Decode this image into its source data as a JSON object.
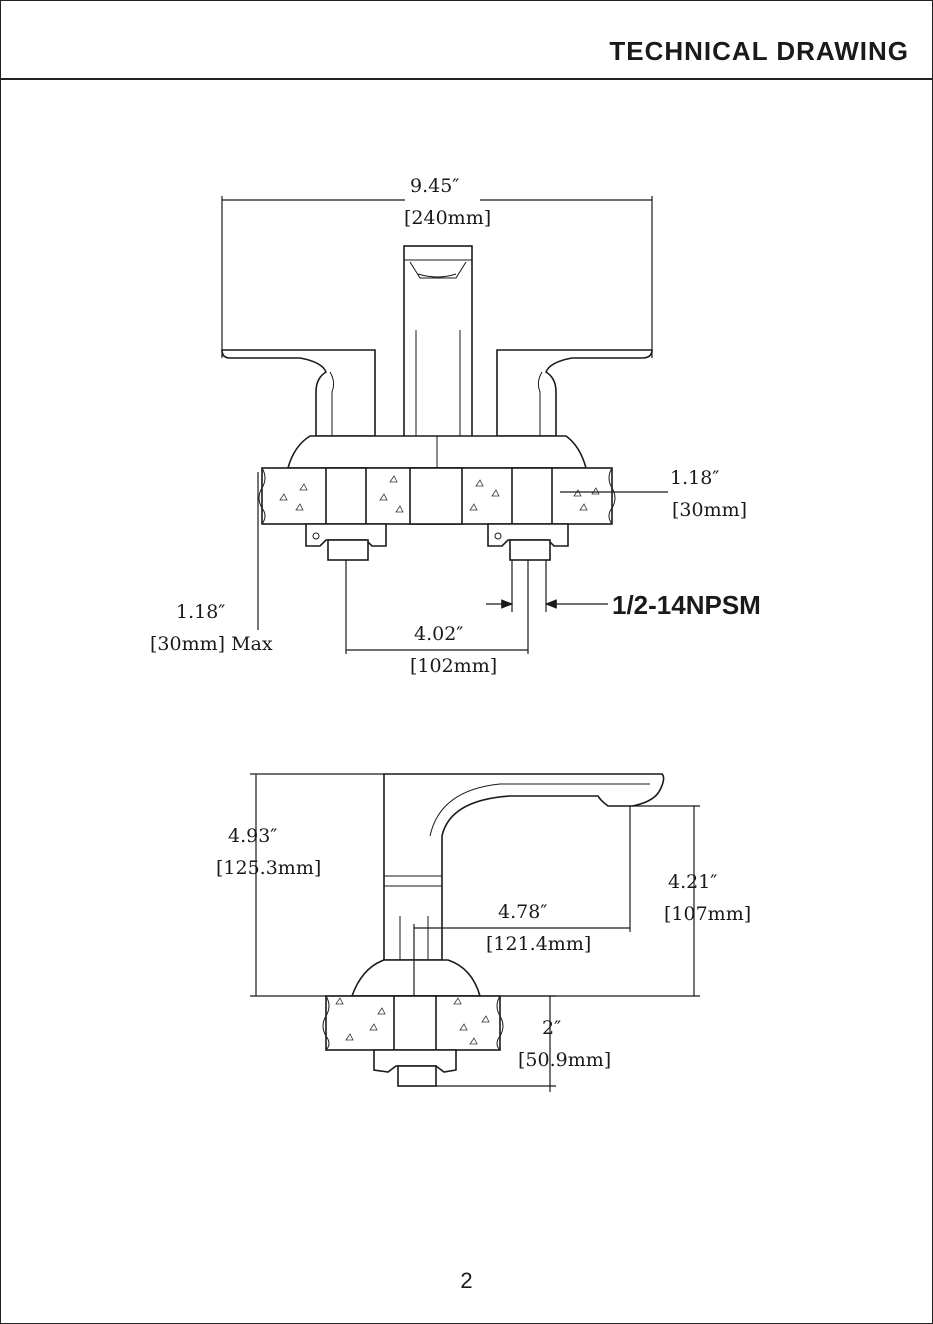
{
  "header": {
    "title": "TECHNICAL DRAWING"
  },
  "page_number": "2",
  "front_view": {
    "overall_width": "9.45″",
    "overall_width_mm": "[240mm]",
    "deck_thickness": "1.18″",
    "deck_thickness_mm": "[30mm]",
    "max_deck": "1.18″",
    "max_deck_mm": "[30mm] Max",
    "center_spacing": "4.02″",
    "center_spacing_mm": "[102mm]",
    "thread_spec": "1/2-14NPSM"
  },
  "side_view": {
    "overall_height": "4.93″",
    "overall_height_mm": "[125.3mm]",
    "spout_height": "4.21″",
    "spout_height_mm": "[107mm]",
    "spout_reach": "4.78″",
    "spout_reach_mm": "[121.4mm]",
    "shank_length": "2″",
    "shank_length_mm": "[50.9mm]"
  }
}
